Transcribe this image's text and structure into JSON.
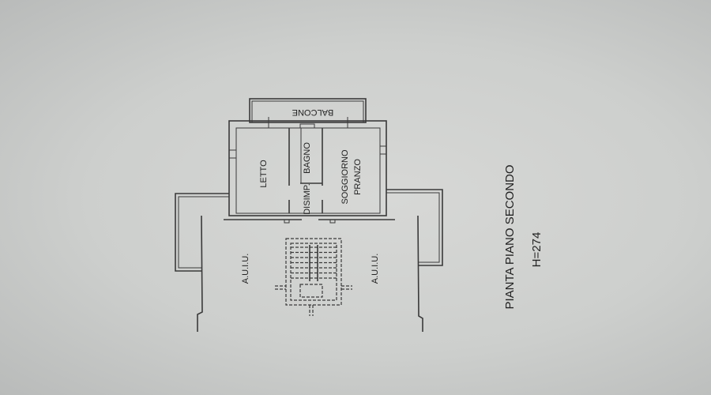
{
  "plan": {
    "rooms": {
      "balcone": "BALCONE",
      "letto": "LETTO",
      "bagno": "BAGNO",
      "disimp": "DISIMP.",
      "soggiorno": "SOGGIORNO",
      "pranzo": "PRANZO",
      "auiu_left": "A.U.I.U.",
      "auiu_right": "A.U.I.U."
    },
    "title": "PIANTA PIANO SECONDO",
    "height_label": "H=274"
  }
}
